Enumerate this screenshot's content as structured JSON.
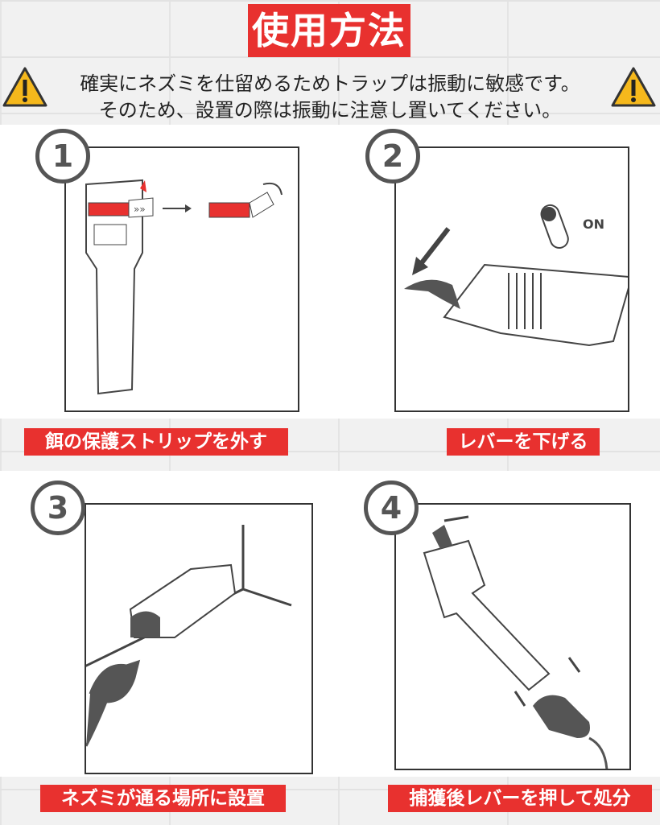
{
  "title": "使用方法",
  "warning": {
    "line1": "確実にネズミを仕留めるためトラップは振動に敏感です。",
    "line2": "そのため、設置の際は振動に注意し置いてください。",
    "icon": "warning-triangle-icon",
    "icon_color": "#f5b81c"
  },
  "steps": [
    {
      "number": "1",
      "label": "餌の保護ストリップを外す"
    },
    {
      "number": "2",
      "label": "レバーを下げる",
      "switch_text": "ON"
    },
    {
      "number": "3",
      "label": "ネズミが通る場所に設置"
    },
    {
      "number": "4",
      "label": "捕獲後レバーを押して処分"
    }
  ],
  "colors": {
    "accent": "#e8312f",
    "frame": "#333333",
    "number": "#555555"
  }
}
